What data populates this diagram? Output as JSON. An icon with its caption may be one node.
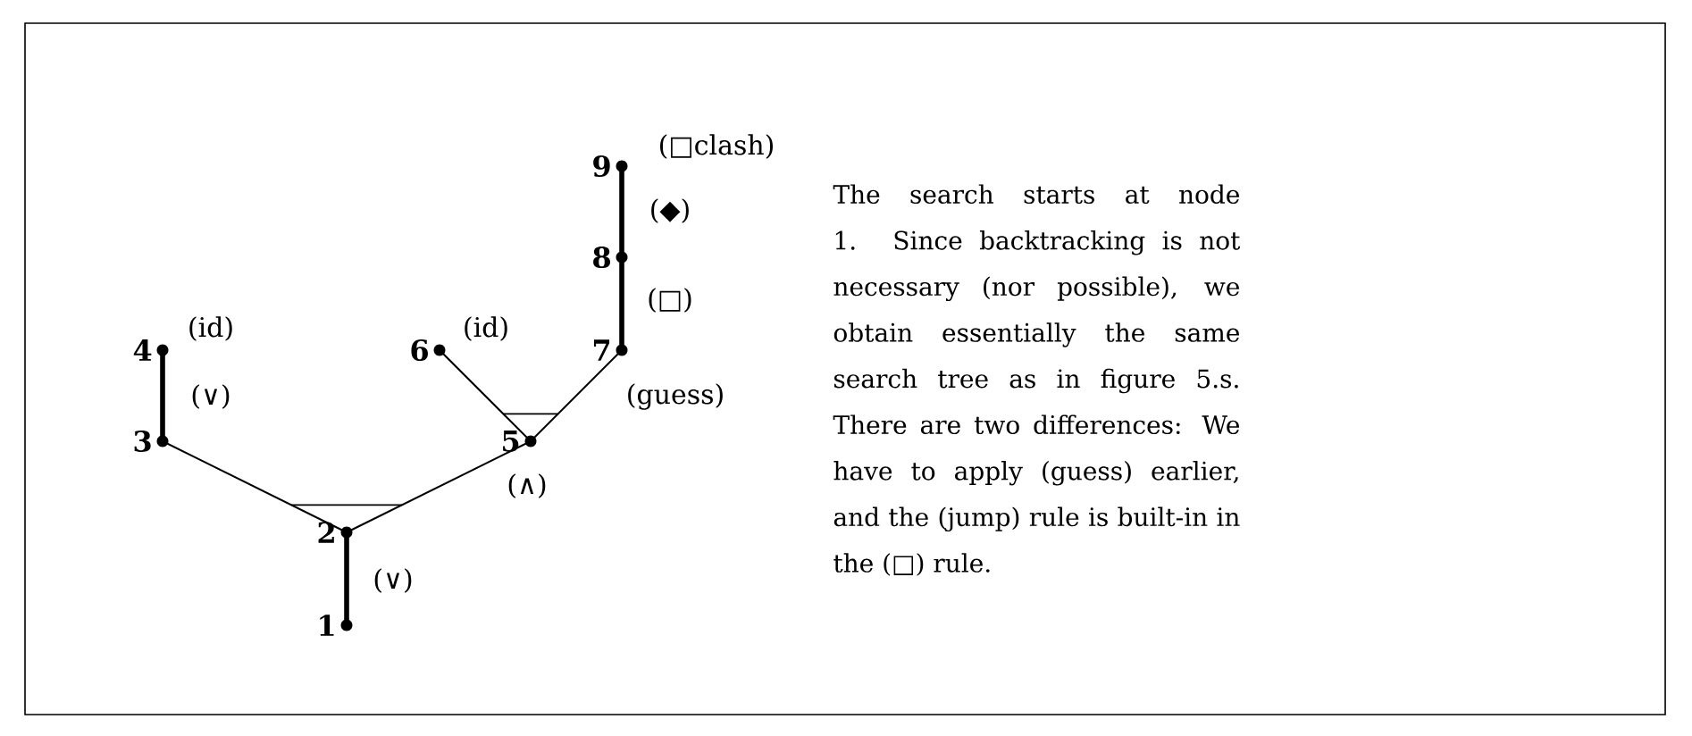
{
  "diagram": {
    "nodes": [
      {
        "text": [
          "1"
        ]
      },
      {
        "text": [
          "2"
        ]
      },
      {
        "text": [
          "3"
        ]
      },
      {
        "text": [
          "4"
        ],
        "beside": [
          "(id)"
        ]
      },
      {
        "text": [
          "5"
        ],
        "beside": [
          "(∧)"
        ]
      },
      {
        "text": [
          "6"
        ],
        "beside": [
          "(id)"
        ]
      },
      {
        "text": [
          "7"
        ],
        "beside": [
          "(guess)"
        ]
      },
      {
        "text": [
          "8"
        ]
      },
      {
        "text": [
          "9"
        ],
        "beside": [
          "(□clash)"
        ]
      }
    ],
    "edges": [
      {
        "from": 0,
        "to": 1,
        "arrow": "none",
        "style": "thick",
        "label": "(∨)"
      },
      {
        "from": 1,
        "to": 2,
        "arrow": "none"
      },
      {
        "from": 1,
        "to": 4,
        "arrow": "none"
      },
      {
        "from": 2,
        "to": 3,
        "arrow": "none",
        "style": "thick",
        "label": "(∨)"
      },
      {
        "from": 4,
        "to": 5,
        "arrow": "none"
      },
      {
        "from": 4,
        "to": 6,
        "arrow": "none"
      },
      {
        "from": 6,
        "to": 7,
        "arrow": "none",
        "style": "thick",
        "label": "(□)"
      },
      {
        "from": 7,
        "to": 8,
        "arrow": "none",
        "style": "thick",
        "label": "(◆)"
      }
    ],
    "labels": [
      "The search starts at node 1. Since backtracking is not necessary (nor possible), we obtain essentially the same search tree as in figure 5.s. There are two differences: We have to apply (guess) earlier, and the (jump) rule is built-in in the (□) rule."
    ]
  }
}
